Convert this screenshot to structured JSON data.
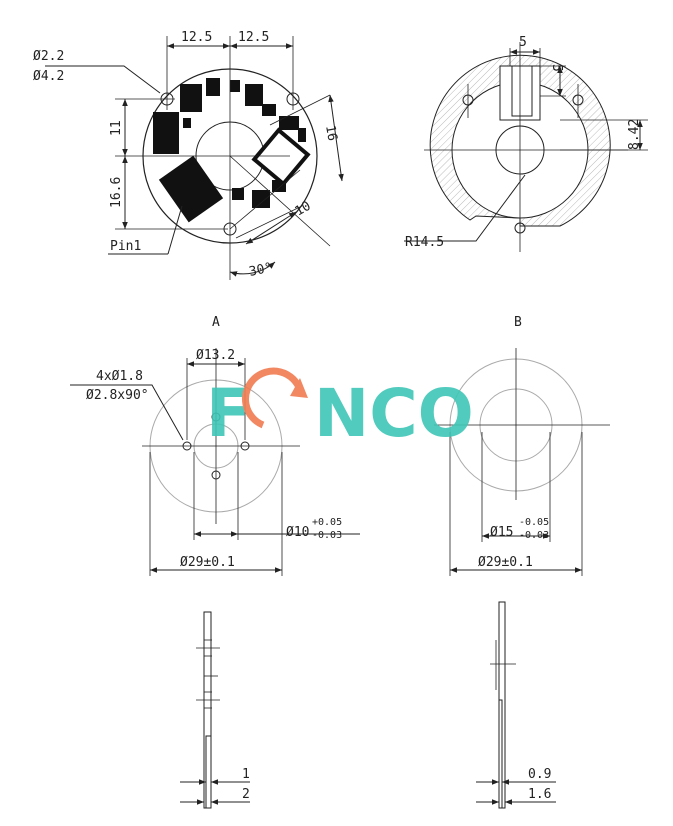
{
  "logo": {
    "text_f": "F",
    "text_ncpart": "NCO",
    "color_teal": "#3fc6b6",
    "color_orange": "#f07c52"
  },
  "top_left": {
    "dim_left": "12.5",
    "dim_right": "12.5",
    "hole_small": "Ø2.2",
    "hole_large": "Ø4.2",
    "dim_upper": "11",
    "dim_lower": "16.6",
    "dim_diag": "16",
    "dim_10": "10",
    "angle": "30°",
    "pin": "Pin1"
  },
  "top_right": {
    "dim_5_top": "5",
    "dim_5_side": "5",
    "dim_842": "8.42",
    "radius": "R14.5"
  },
  "view_a": {
    "label": "A",
    "d132": "Ø13.2",
    "holes": "4xØ1.8",
    "csink": "Ø2.8x90°",
    "d10": "Ø10",
    "d10_tol_plus": "+0.05",
    "d10_tol_minus": "-0.03",
    "d29": "Ø29±0.1"
  },
  "view_b": {
    "label": "B",
    "d15": "Ø15",
    "d15_tol_plus": "-0.05",
    "d15_tol_minus": "-0.03",
    "d29": "Ø29±0.1"
  },
  "side_left": {
    "t1": "1",
    "t2": "2"
  },
  "side_right": {
    "t1": "0.9",
    "t2": "1.6"
  }
}
